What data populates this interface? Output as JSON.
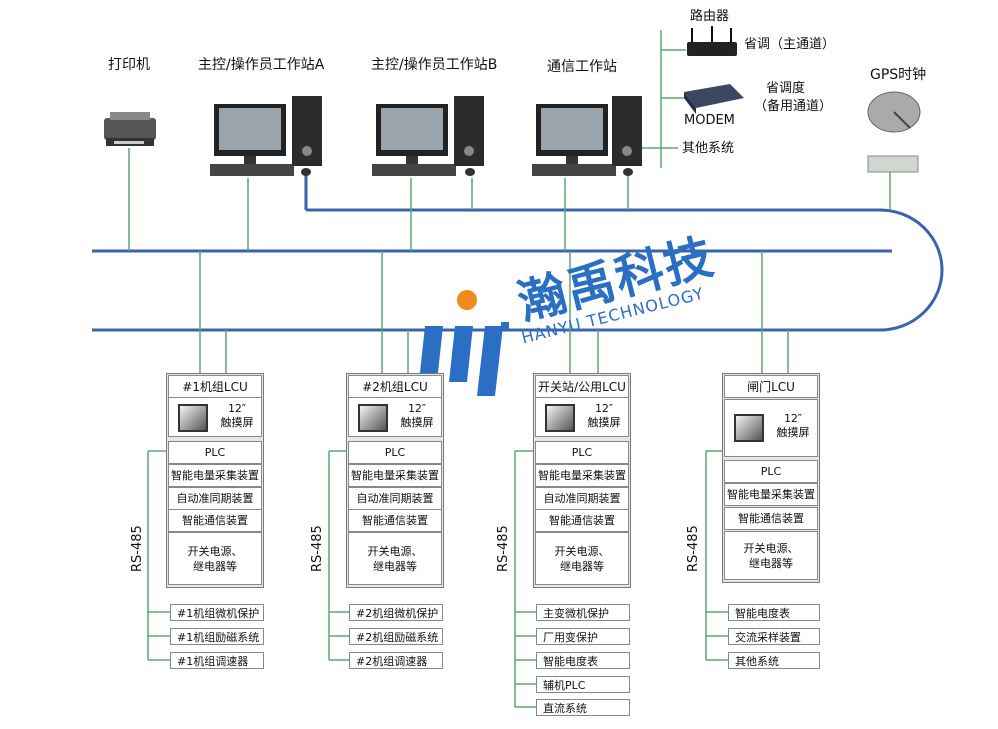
{
  "workstations": {
    "printer": "打印机",
    "station_a": "主控/操作员工作站A",
    "station_b": "主控/操作员工作站B",
    "comm": "通信工作站"
  },
  "network": {
    "router": "路由器",
    "router_link": "省调（主通道）",
    "modem": "MODEM",
    "modem_link_1": "省调度",
    "modem_link_2": "（备用通道）",
    "other": "其他系统",
    "gps": "GPS时钟"
  },
  "watermark": {
    "brand": "瀚禹科技",
    "sub": "HANYU TECHNOLOGY"
  },
  "lcus": [
    {
      "title": "#1机组LCU",
      "screen": [
        "12″",
        "触摸屏"
      ],
      "modules": [
        "PLC",
        "智能电量采集装置",
        "自动准同期装置",
        "智能通信装置",
        "开关电源、\n继电器等"
      ],
      "bus": "RS-485",
      "devices": [
        "#1机组微机保护",
        "#1机组励磁系统",
        "#1机组调速器"
      ]
    },
    {
      "title": "#2机组LCU",
      "screen": [
        "12″",
        "触摸屏"
      ],
      "modules": [
        "PLC",
        "智能电量采集装置",
        "自动准同期装置",
        "智能通信装置",
        "开关电源、\n继电器等"
      ],
      "bus": "RS-485",
      "devices": [
        "#2机组微机保护",
        "#2机组励磁系统",
        "#2机组调速器"
      ]
    },
    {
      "title": "开关站/公用LCU",
      "screen": [
        "12″",
        "触摸屏"
      ],
      "modules": [
        "PLC",
        "智能电量采集装置",
        "自动准同期装置",
        "智能通信装置",
        "开关电源、\n继电器等"
      ],
      "bus": "RS-485",
      "devices": [
        "主变微机保护",
        "厂用变保护",
        "智能电度表",
        "辅机PLC",
        "直流系统"
      ]
    },
    {
      "title": "闸门LCU",
      "screen": [
        "12″",
        "触摸屏"
      ],
      "modules": [
        "PLC",
        "智能电量采集装置",
        "智能通信装置",
        "开关电源、\n继电器等"
      ],
      "bus": "RS-485",
      "devices": [
        "智能电度表",
        "交流采样装置",
        "其他系统"
      ]
    }
  ],
  "colors": {
    "bus": "#3a63a8",
    "link": "#5aa870",
    "accent": "#2a6fc4",
    "orange": "#f08a1c"
  }
}
